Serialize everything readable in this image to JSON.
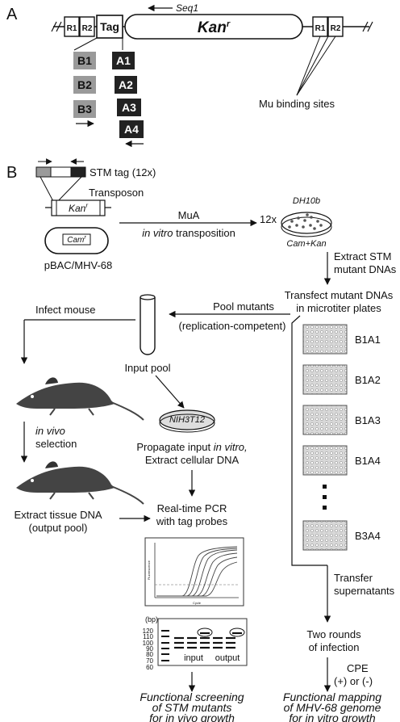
{
  "panelA": {
    "label": "A",
    "seq1": "Seq1",
    "r1": "R1",
    "r2": "R2",
    "tag": "Tag",
    "kan": "Kan",
    "kan_sup": "r",
    "r1_right": "R1",
    "r2_right": "R2",
    "b_tags": [
      "B1",
      "B2",
      "B3"
    ],
    "a_tags": [
      "A1",
      "A2",
      "A3",
      "A4"
    ],
    "mu_label": "Mu binding sites"
  },
  "panelB": {
    "label": "B",
    "stm_tag": "STM tag (12x)",
    "transposon": "Transposon",
    "kan": "Kan",
    "kan_sup": "r",
    "cam": "Cam",
    "cam_sup": "r",
    "pbac": "pBAC/MHV-68",
    "mua": "MuA",
    "in_vitro_transposition_italic": "in vitro",
    "in_vitro_transposition_rest": " transposition",
    "twelve_x": "12x",
    "dh10b": "DH10b",
    "cam_kan": "Cam+Kan",
    "extract_stm_1": "Extract STM",
    "extract_stm_2": "mutant DNAs",
    "transfect_1": "Transfect mutant DNAs",
    "transfect_2": "in microtiter plates",
    "infect_mouse": "Infect mouse",
    "pool_mutants": "Pool mutants",
    "replication_competent": "(replication-competent)",
    "input_pool": "Input pool",
    "in_vivo": "in vivo",
    "selection": "selection",
    "nih": "NIH3T12",
    "propagate_1": "Propagate input",
    "propagate_it": "in vitro,",
    "propagate_2": "Extract cellular DNA",
    "extract_tissue_1": "Extract tissue DNA",
    "extract_tissue_2": "(output pool)",
    "rt_pcr_1": "Real-time PCR",
    "rt_pcr_2": "with tag probes",
    "plates": [
      "B1A1",
      "B1A2",
      "B1A3",
      "B1A4",
      "B3A4"
    ],
    "transfer_1": "Transfer",
    "transfer_2": "supernatants",
    "two_rounds_1": "Two rounds",
    "two_rounds_2": "of infection",
    "cpe_1": "CPE",
    "cpe_2": "(+) or (-)",
    "gel_unit": "(bp)",
    "gel_ladder": [
      "120",
      "110",
      "100",
      "90",
      "80",
      "70",
      "60"
    ],
    "gel_input": "input",
    "gel_output": "output",
    "pcr_ylabel": "Fluorescence",
    "pcr_xlabel": "Cycle",
    "func_screen": [
      "Functional screening",
      "of STM mutants",
      "for in vivo growth"
    ],
    "func_map": [
      "Functional mapping",
      "of MHV-68 genome",
      "for in vitro growth"
    ]
  }
}
